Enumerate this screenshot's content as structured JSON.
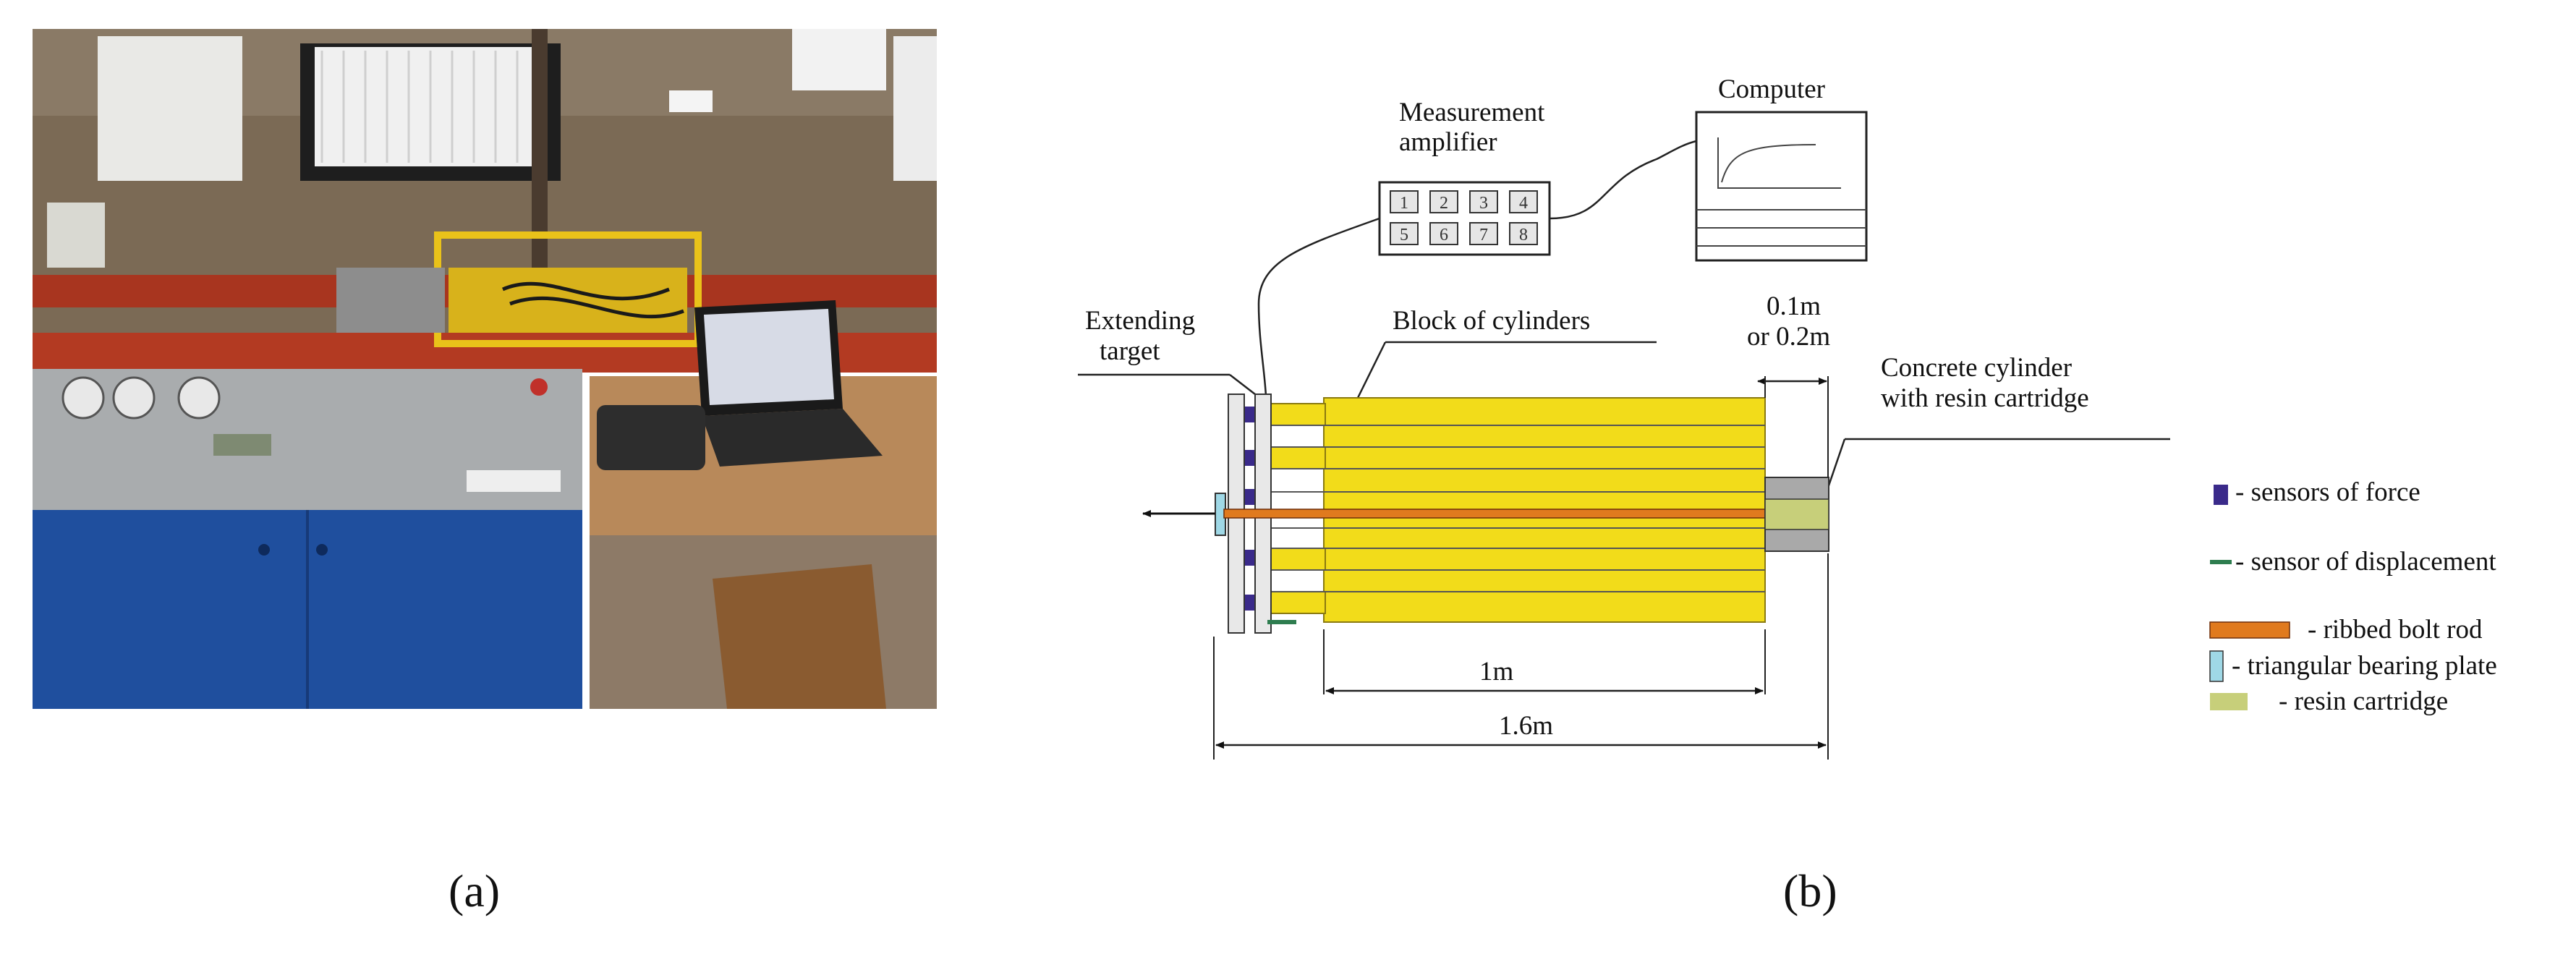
{
  "captions": {
    "a": "(a)",
    "b": "(b)"
  },
  "schematic": {
    "labels": {
      "computer": "Computer",
      "amplifier_line1": "Measurement",
      "amplifier_line2": "amplifier",
      "extending_line1": "Extending",
      "extending_line2": "target",
      "block": "Block of cylinders",
      "gap_line1": "0.1m",
      "gap_line2": "or 0.2m",
      "concrete_line1": "Concrete cylinder",
      "concrete_line2": "with resin cartridge"
    },
    "amplifier_channels": [
      "1",
      "2",
      "3",
      "4",
      "5",
      "6",
      "7",
      "8"
    ],
    "dimensions": {
      "inner": "1m",
      "outer": "1.6m"
    },
    "legend": [
      {
        "text": "- sensors of force"
      },
      {
        "text": "- sensor of displacement"
      },
      {
        "text": "- ribbed bolt rod"
      },
      {
        "text": "- triangular bearing plate"
      },
      {
        "text": "- resin cartridge"
      }
    ],
    "colors": {
      "cylinder": "#f2dc1a",
      "sensor_force": "#3a2a8a",
      "sensor_displacement": "#2e7d4f",
      "bolt_rod": "#e07a1e",
      "bearing_plate": "#9fd8e6",
      "resin": "#c7cf7a",
      "concrete": "#a9a9a9"
    }
  }
}
